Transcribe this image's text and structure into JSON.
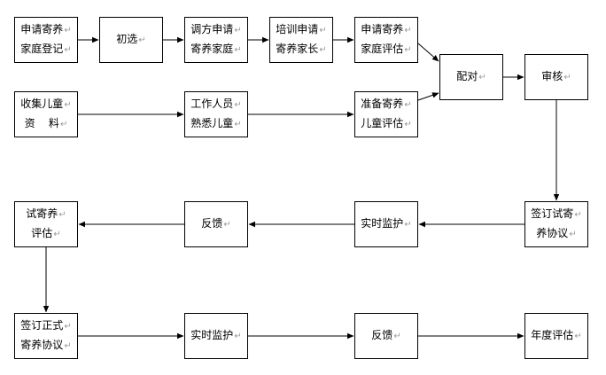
{
  "diagram": {
    "nodes": {
      "n1": {
        "lines": [
          "申请寄养",
          "家庭登记"
        ]
      },
      "n2": {
        "lines": [
          "初选"
        ]
      },
      "n3": {
        "lines": [
          "调方申请",
          "寄养家庭"
        ]
      },
      "n4": {
        "lines": [
          "培训申请",
          "寄养家长"
        ]
      },
      "n5": {
        "lines": [
          "申请寄养",
          "家庭评估"
        ]
      },
      "n6": {
        "lines": [
          "收集儿童",
          "资    料"
        ]
      },
      "n7": {
        "lines": [
          "工作人员",
          "熟悉儿童"
        ]
      },
      "n8": {
        "lines": [
          "准备寄养",
          "儿童评估"
        ]
      },
      "n9": {
        "lines": [
          "配对"
        ]
      },
      "n10": {
        "lines": [
          "审核"
        ]
      },
      "n11": {
        "lines": [
          "签订试寄",
          "养协议"
        ]
      },
      "n12": {
        "lines": [
          "实时监护"
        ]
      },
      "n13": {
        "lines": [
          "反馈"
        ]
      },
      "n14": {
        "lines": [
          "试寄养",
          "评估"
        ]
      },
      "n15": {
        "lines": [
          "签订正式",
          "寄养协议"
        ]
      },
      "n16": {
        "lines": [
          "实时监护"
        ]
      },
      "n17": {
        "lines": [
          "反馈"
        ]
      },
      "n18": {
        "lines": [
          "年度评估"
        ]
      }
    },
    "edges": [
      {
        "from": "n1",
        "to": "n2"
      },
      {
        "from": "n2",
        "to": "n3"
      },
      {
        "from": "n3",
        "to": "n4"
      },
      {
        "from": "n4",
        "to": "n5"
      },
      {
        "from": "n5",
        "to": "n9"
      },
      {
        "from": "n6",
        "to": "n7"
      },
      {
        "from": "n7",
        "to": "n8"
      },
      {
        "from": "n8",
        "to": "n9"
      },
      {
        "from": "n9",
        "to": "n10"
      },
      {
        "from": "n10",
        "to": "n11"
      },
      {
        "from": "n11",
        "to": "n12"
      },
      {
        "from": "n12",
        "to": "n13"
      },
      {
        "from": "n13",
        "to": "n14"
      },
      {
        "from": "n14",
        "to": "n15"
      },
      {
        "from": "n15",
        "to": "n16"
      },
      {
        "from": "n16",
        "to": "n17"
      },
      {
        "from": "n17",
        "to": "n18"
      }
    ],
    "colors": {
      "stroke": "#000000",
      "fill": "#ffffff",
      "paragraph_mark": "#999999"
    },
    "paragraph_mark": "↵"
  }
}
